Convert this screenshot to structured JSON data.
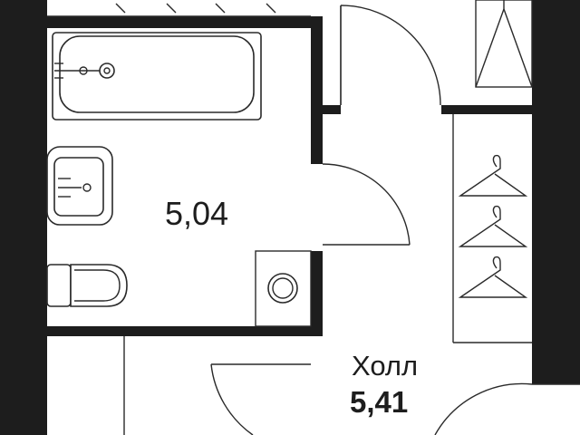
{
  "rooms": {
    "bathroom": {
      "area": "5,04"
    },
    "hall": {
      "name": "Холл",
      "area": "5,41"
    }
  },
  "colors": {
    "wall": "#1d1d1d",
    "line": "#2a2a2a",
    "background": "#ffffff"
  }
}
